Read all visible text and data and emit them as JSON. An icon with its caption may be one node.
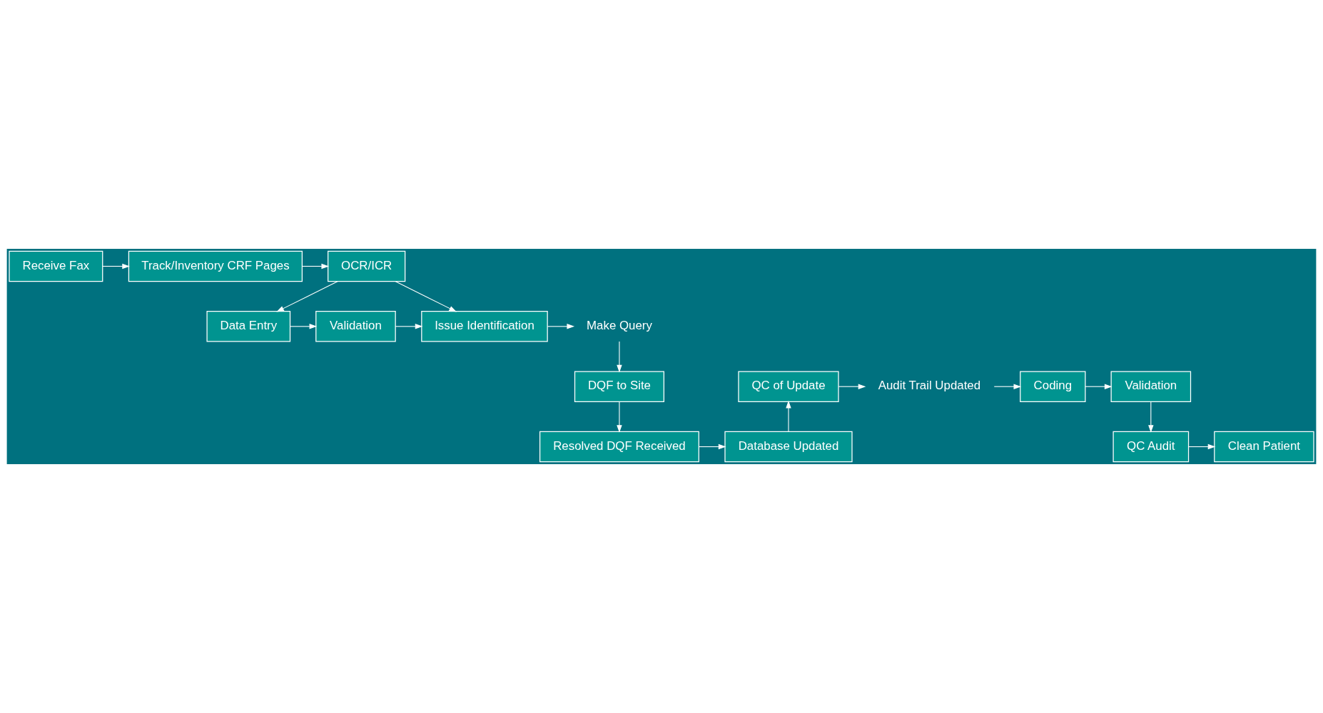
{
  "diagram": {
    "nodes": [
      {
        "text": [
          "Receive Fax"
        ]
      },
      {
        "text": [
          "Track/Inventory CRF Pages"
        ]
      },
      {
        "text": [
          "OCR/ICR"
        ]
      },
      {
        "text": [
          "Data Entry"
        ]
      },
      {
        "text": [
          "Validation"
        ]
      },
      {
        "text": [
          "Issue Identification"
        ]
      },
      {
        "text": [
          "Make Query"
        ]
      },
      {
        "text": [
          "DQF to Site"
        ]
      },
      {
        "text": [
          "Resolved DQF Received"
        ]
      },
      {
        "text": [
          "Database Updated"
        ]
      },
      {
        "text": [
          "QC of Update"
        ]
      },
      {
        "text": [
          "Audit Trail Updated"
        ]
      },
      {
        "text": [
          "Coding"
        ]
      },
      {
        "text": [
          "Validation"
        ]
      },
      {
        "text": [
          "QC Audit"
        ]
      },
      {
        "text": [
          "Clean Patient"
        ]
      }
    ],
    "edges": [
      {
        "from": 0,
        "to": 1,
        "arrow": "to"
      },
      {
        "from": 1,
        "to": 2,
        "arrow": "to"
      },
      {
        "from": 2,
        "to": 3,
        "arrow": "to"
      },
      {
        "from": 2,
        "to": 5,
        "arrow": "to"
      },
      {
        "from": 3,
        "to": 4,
        "arrow": "to"
      },
      {
        "from": 4,
        "to": 5,
        "arrow": "to"
      },
      {
        "from": 5,
        "to": 6,
        "arrow": "to"
      },
      {
        "from": 6,
        "to": 7,
        "arrow": "to"
      },
      {
        "from": 7,
        "to": 8,
        "arrow": "to"
      },
      {
        "from": 8,
        "to": 9,
        "arrow": "to"
      },
      {
        "from": 9,
        "to": 10,
        "arrow": "to"
      },
      {
        "from": 10,
        "to": 11,
        "arrow": "to"
      },
      {
        "from": 11,
        "to": 12,
        "arrow": "to"
      },
      {
        "from": 12,
        "to": 13,
        "arrow": "to"
      },
      {
        "from": 13,
        "to": 14,
        "arrow": "to"
      },
      {
        "from": 14,
        "to": 15,
        "arrow": "to"
      }
    ]
  }
}
